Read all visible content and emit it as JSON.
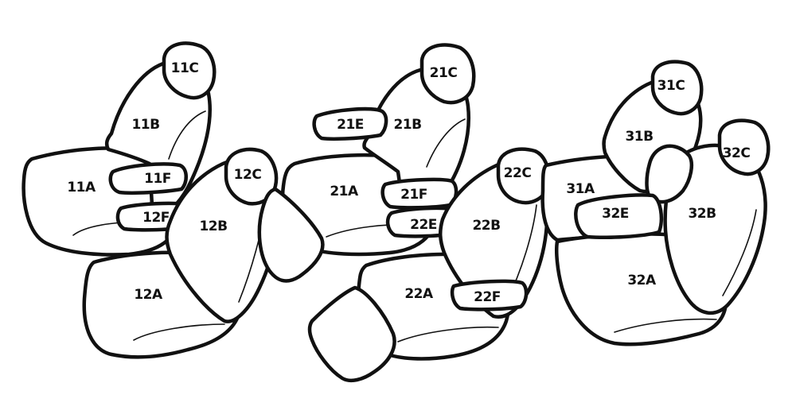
{
  "colors": {
    "stroke": "#111111",
    "fill": "#ffffff"
  },
  "labels": {
    "s11A": "11A",
    "s11B": "11B",
    "s11C": "11C",
    "s11F": "11F",
    "s12A": "12A",
    "s12B": "12B",
    "s12C": "12C",
    "s12F": "12F",
    "s21A": "21A",
    "s21B": "21B",
    "s21C": "21C",
    "s21E": "21E",
    "s21F": "21F",
    "s22A": "22A",
    "s22B": "22B",
    "s22C": "22C",
    "s22E": "22E",
    "s22F": "22F",
    "s31A": "31A",
    "s31B": "31B",
    "s31C": "31C",
    "s32A": "32A",
    "s32B": "32B",
    "s32C": "32C",
    "s32E": "32E"
  }
}
